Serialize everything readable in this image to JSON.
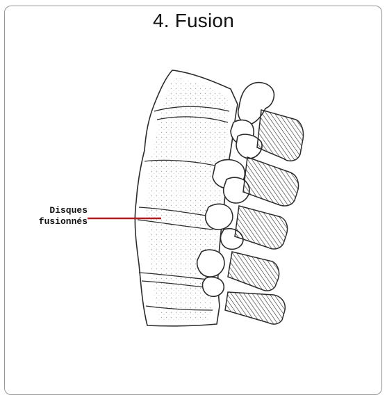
{
  "title": "4. Fusion",
  "label": {
    "line1": "Disques",
    "line2": "fusionnés"
  },
  "colors": {
    "leader_line": "#b01e23",
    "ink": "#2b2b2b"
  }
}
